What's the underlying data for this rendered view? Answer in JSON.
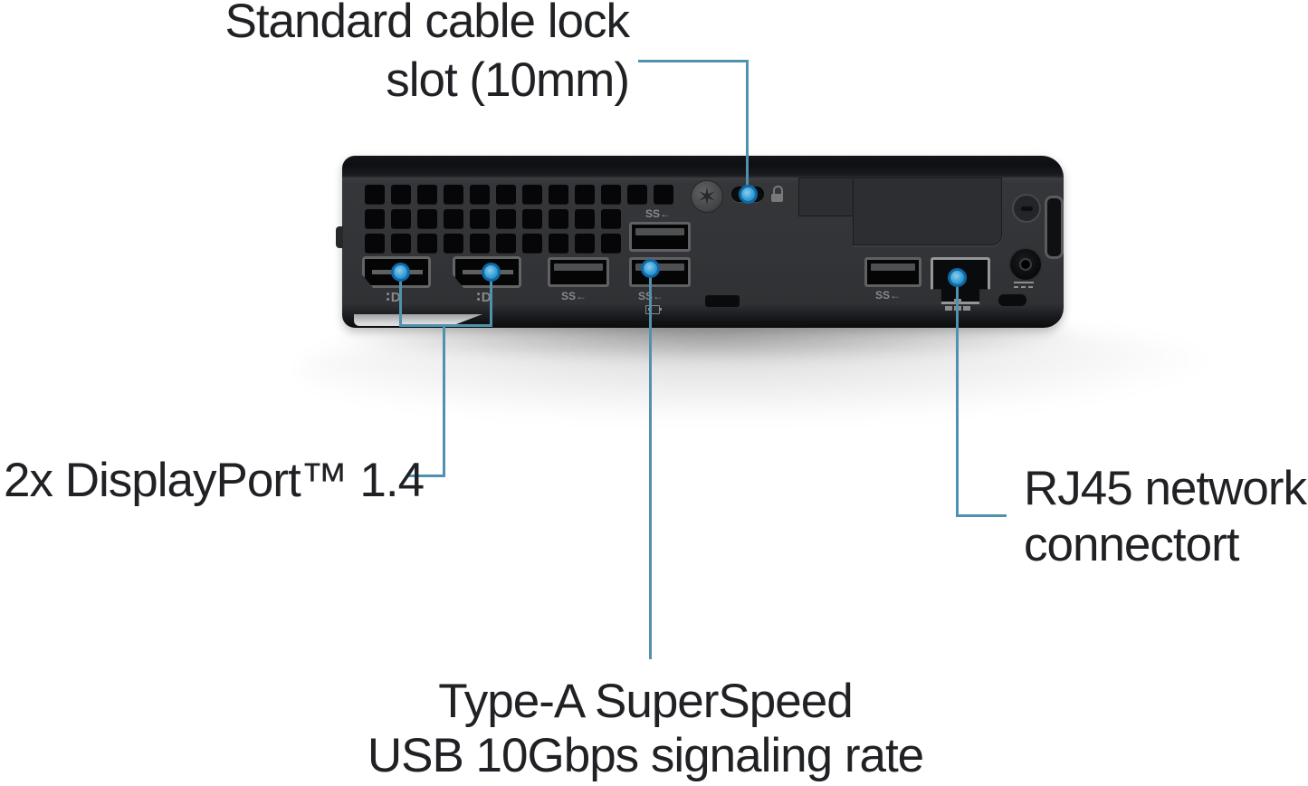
{
  "callouts": {
    "cable_lock": {
      "line1": "Standard cable lock",
      "line2": "slot (10mm)"
    },
    "displayport": {
      "label": "2x DisplayPort™ 1.4"
    },
    "rj45": {
      "line1": "RJ45 network",
      "line2": "connectort"
    },
    "usb_typea": {
      "line1": "Type-A SuperSpeed",
      "line2": "USB 10Gbps signaling rate"
    }
  },
  "icons": {
    "displayport_logo": "∶D",
    "usb_superspeed": "SS←",
    "torx_star": "✶"
  },
  "colors": {
    "callout_line": "#4f92ae",
    "callout_dot": "#2f9ad0",
    "label_text": "#202124",
    "chassis_panel": "#323437"
  }
}
